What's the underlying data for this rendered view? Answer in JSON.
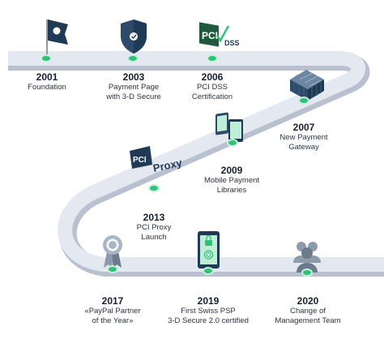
{
  "milestones": [
    {
      "year": "2001",
      "line1": "Foundation",
      "line2": "",
      "icon": "flag-icon"
    },
    {
      "year": "2003",
      "line1": "Payment Page",
      "line2": "with 3-D Secure",
      "icon": "shield-icon"
    },
    {
      "year": "2006",
      "line1": "PCI DSS",
      "line2": "Certification",
      "icon": "pci-dss-logo-icon"
    },
    {
      "year": "2007",
      "line1": "New Payment",
      "line2": "Gateway",
      "icon": "server-cubes-icon"
    },
    {
      "year": "2009",
      "line1": "Mobile Payment",
      "line2": "Libraries",
      "icon": "mobile-devices-icon"
    },
    {
      "year": "2013",
      "line1": "PCI Proxy",
      "line2": "Launch",
      "icon": "pci-proxy-logo-icon"
    },
    {
      "year": "2017",
      "line1": "«PayPal Partner",
      "line2": "of the Year»",
      "icon": "award-rosette-icon"
    },
    {
      "year": "2019",
      "line1": "First Swiss PSP",
      "line2": "3-D Secure 2.0 certified",
      "icon": "fingerprint-phone-icon"
    },
    {
      "year": "2020",
      "line1": "Change of",
      "line2": "Management Team",
      "icon": "team-icon"
    }
  ],
  "logos": {
    "pci_dss": {
      "pci": "PCI",
      "dss": "DSS"
    },
    "pci_proxy": {
      "pci": "PCI",
      "proxy": "Proxy"
    }
  },
  "colors": {
    "road": "#dfe3ec",
    "road_edge": "#b9c0cf",
    "marker": "#2fc07a",
    "marker_ring": "#c9f0dc",
    "icon_dark": "#1f3a55",
    "icon_mid": "#4a6583",
    "icon_light": "#a9b6c6"
  }
}
